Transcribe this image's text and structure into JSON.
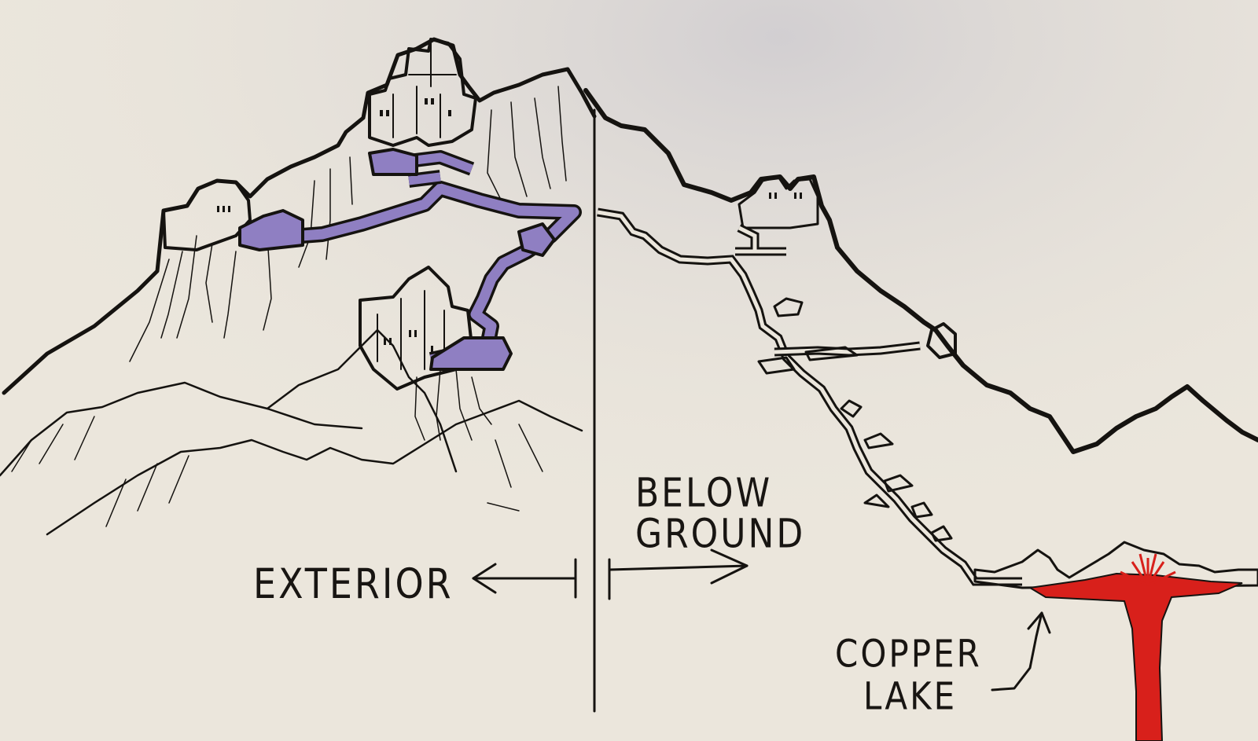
{
  "labels": {
    "exterior": "EXTERIOR",
    "below_ground_line1": "BELOW",
    "below_ground_line2": "GROUND",
    "copper_lake_line1": "COPPER",
    "copper_lake_line2": "LAKE"
  },
  "colors": {
    "paper": "#ebe6dc",
    "ink": "#151310",
    "tunnel_purple": "#8f7fc2",
    "copper_red": "#d8201b"
  }
}
